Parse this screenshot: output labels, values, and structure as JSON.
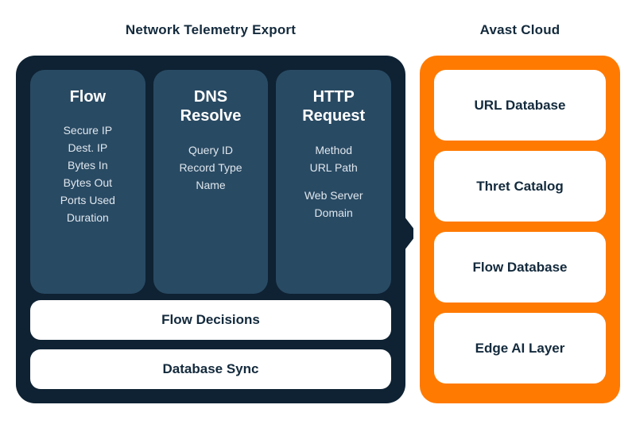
{
  "diagram": {
    "left_section": {
      "title": "Network Telemetry Export",
      "panel_color": "#0e2233",
      "card_color": "#294a63",
      "cards": [
        {
          "title": "Flow",
          "fields": [
            {
              "text": "Secure IP",
              "spaced": false
            },
            {
              "text": "Dest. IP",
              "spaced": false
            },
            {
              "text": "Bytes In",
              "spaced": false
            },
            {
              "text": "Bytes Out",
              "spaced": false
            },
            {
              "text": "Ports Used",
              "spaced": false
            },
            {
              "text": "Duration",
              "spaced": false
            }
          ]
        },
        {
          "title": "DNS\nResolve",
          "fields": [
            {
              "text": "Query ID",
              "spaced": false
            },
            {
              "text": "Record Type",
              "spaced": false
            },
            {
              "text": "Name",
              "spaced": false
            }
          ]
        },
        {
          "title": "HTTP\nRequest",
          "fields": [
            {
              "text": "Method",
              "spaced": false
            },
            {
              "text": "URL Path",
              "spaced": false
            },
            {
              "text": "Web Server\nDomain",
              "spaced": true
            }
          ]
        }
      ],
      "bars": [
        {
          "label": "Flow Decisions"
        },
        {
          "label": "Database Sync"
        }
      ]
    },
    "right_section": {
      "title": "Avast Cloud",
      "panel_color": "#ff7a00",
      "card_color": "#ffffff",
      "cards": [
        {
          "label": "URL Database"
        },
        {
          "label": "Thret Catalog"
        },
        {
          "label": "Flow Database"
        },
        {
          "label": "Edge AI Layer"
        }
      ]
    },
    "connector": {
      "name": "arrow-right",
      "direction": "left-to-right"
    },
    "colors": {
      "text_dark": "#132a3c",
      "text_light": "#dfe7ee",
      "background": "#ffffff"
    }
  }
}
